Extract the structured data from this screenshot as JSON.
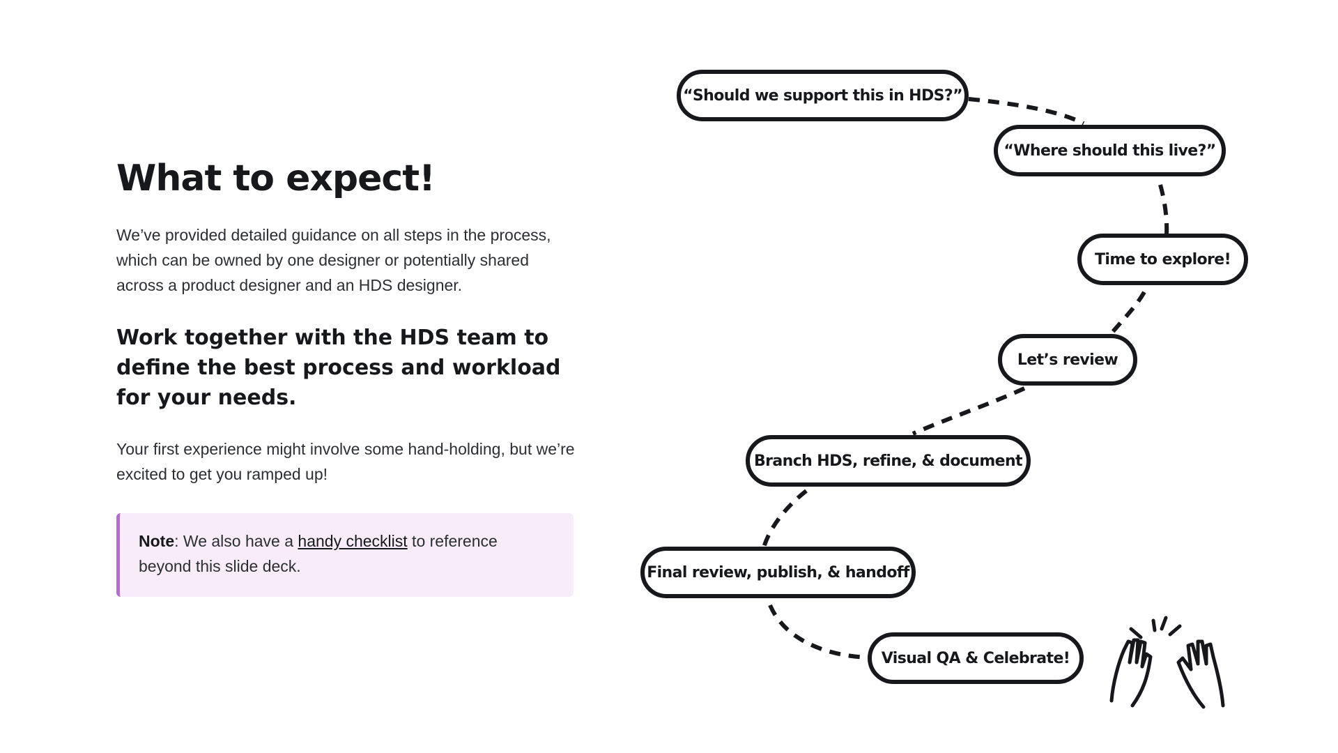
{
  "left": {
    "heading": "What to expect!",
    "intro": "We’ve provided detailed guidance on all steps in the process, which can be owned by one designer or potentially shared across a product designer and an HDS designer.",
    "subheading": "Work together with the HDS team to define the best process and workload for your needs.",
    "body": "Your first experience might involve some hand-holding, but we’re excited to get you ramped up!",
    "note": {
      "label": "Note",
      "text_before": ": We also have a ",
      "link_text": "handy checklist",
      "text_after": " to reference beyond this slide deck."
    }
  },
  "steps": [
    {
      "label": "“Should we support this in HDS?”"
    },
    {
      "label": "“Where should this live?”"
    },
    {
      "label": "Time to explore!"
    },
    {
      "label": "Let’s review"
    },
    {
      "label": "Branch HDS, refine, & document"
    },
    {
      "label": "Final review, publish, & handoff"
    },
    {
      "label": "Visual QA & Celebrate!"
    }
  ],
  "icons": {
    "celebrate": "high-five-icon"
  },
  "colors": {
    "ink": "#16181b",
    "note_bg": "#f8ecfb",
    "note_accent": "#b76ad2"
  }
}
